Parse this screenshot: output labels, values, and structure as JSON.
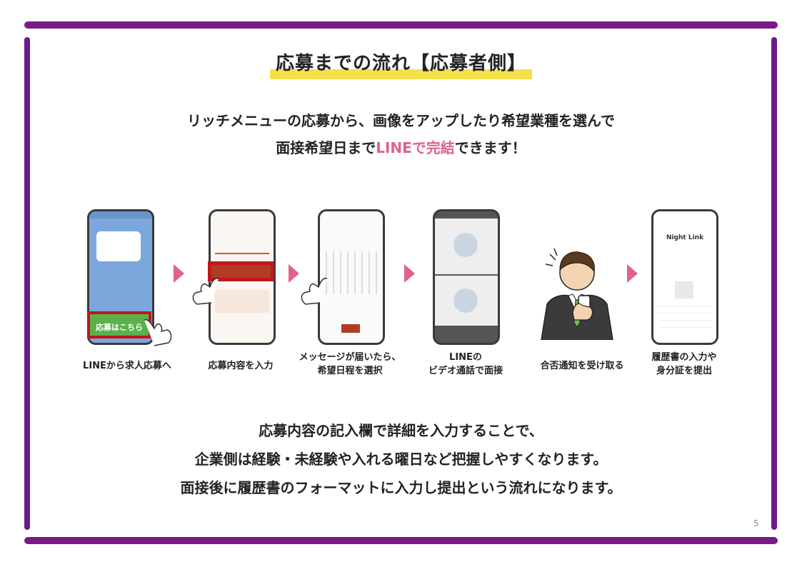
{
  "title": "応募までの流れ【応募者側】",
  "lead": {
    "line1": "リッチメニューの応募から、画像をアップしたり希望業種を選んで",
    "line2_pre": "面接希望日まで",
    "line2_highlight": "LINEで完結",
    "line2_post": "できます！"
  },
  "steps": [
    {
      "caption": "LINEから求人応募へ",
      "button": "応募はこちら"
    },
    {
      "caption": "応募内容を入力"
    },
    {
      "caption_l1": "メッセージが届いたら、",
      "caption_l2": "希望日程を選択"
    },
    {
      "caption_l1": "LINEの",
      "caption_l2": "ビデオ通話で面接"
    },
    {
      "caption": "合否通知を受け取る"
    },
    {
      "caption_l1": "履歴書の入力や",
      "caption_l2": "身分証を提出",
      "brand": "Night Link"
    }
  ],
  "bottom": {
    "line1": "応募内容の記入欄で詳細を入力することで、",
    "line2": "企業側は経験・未経験や入れる曜日など把握しやすくなります。",
    "line3": "面接後に履歴書のフォーマットに入力し提出という流れになります。"
  },
  "page_number": "5",
  "colors": {
    "frame": "#7a1a86",
    "accent": "#e0628a",
    "highlight": "#f3e04a",
    "line_green": "#4caf50",
    "red_box": "#c0161c"
  }
}
